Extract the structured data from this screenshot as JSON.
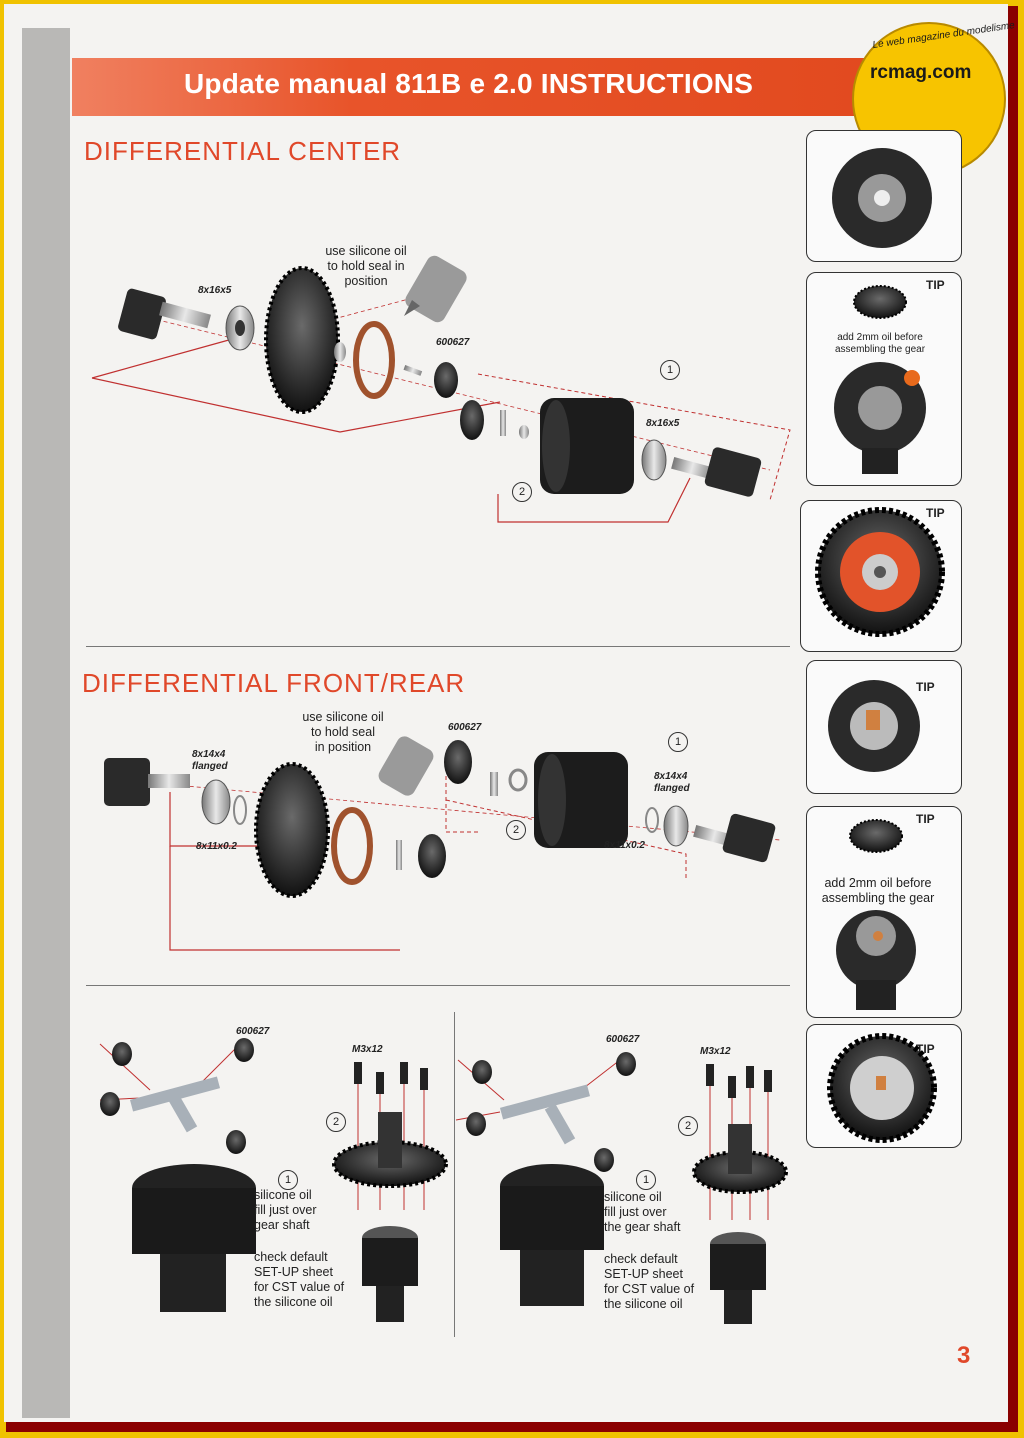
{
  "header": {
    "title": "Update manual 811B e 2.0 INSTRUCTIONS"
  },
  "logo": {
    "main": "rcmag.com",
    "tagline": "Le web magazine du modelisme"
  },
  "sections": {
    "center": {
      "title": "DIFFERENTIAL  CENTER"
    },
    "front_rear": {
      "title": "DIFFERENTIAL  FRONT/REAR"
    }
  },
  "center_diagram": {
    "note_line1": "use silicone oil",
    "note_line2": "to hold seal in",
    "note_line3": "position",
    "bearing_left": "8x16x5",
    "bearing_right": "8x16x5",
    "part_code": "600627",
    "step1": "1",
    "step2": "2"
  },
  "front_rear_diagram": {
    "note_line1": "use silicone oil",
    "note_line2": "to hold seal",
    "note_line3": "in position",
    "bearing_left_line1": "8x14x4",
    "bearing_left_line2": "flanged",
    "bearing_right_line1": "8x14x4",
    "bearing_right_line2": "flanged",
    "shim_left": "8x11x0.2",
    "shim_right": "8x11x0.2",
    "part_code": "600627",
    "step1": "1",
    "step2": "2"
  },
  "bottom_left": {
    "part_code": "600627",
    "screw": "M3x12",
    "step1": "1",
    "step2": "2",
    "fill_line1": "silicone oil",
    "fill_line2": "fill just over",
    "fill_line3": "gear shaft",
    "check_line1": "check default",
    "check_line2": "SET-UP sheet",
    "check_line3": "for CST value of",
    "check_line4": "the silicone oil"
  },
  "bottom_right": {
    "part_code": "600627",
    "screw": "M3x12",
    "step1": "1",
    "step2": "2",
    "fill_line1": "silicone oil",
    "fill_line2": "fill just over",
    "fill_line3": "the gear shaft",
    "check_line1": "check default",
    "check_line2": "SET-UP sheet",
    "check_line3": "for CST value of",
    "check_line4": "the silicone oil"
  },
  "tips": {
    "tip1": "TIP",
    "tip1_note_line1": "add 2mm oil before",
    "tip1_note_line2": "assembling the gear",
    "tip2": "TIP",
    "tip3": "TIP",
    "tip4": "TIP",
    "tip4_note_line1": "add 2mm oil before",
    "tip4_note_line2": "assembling the gear",
    "tip5": "TIP"
  },
  "page_number": "3",
  "colors": {
    "accent": "#e0482a",
    "header": "#e24a1f",
    "frame": "#8a0000",
    "border": "#f0c200"
  }
}
